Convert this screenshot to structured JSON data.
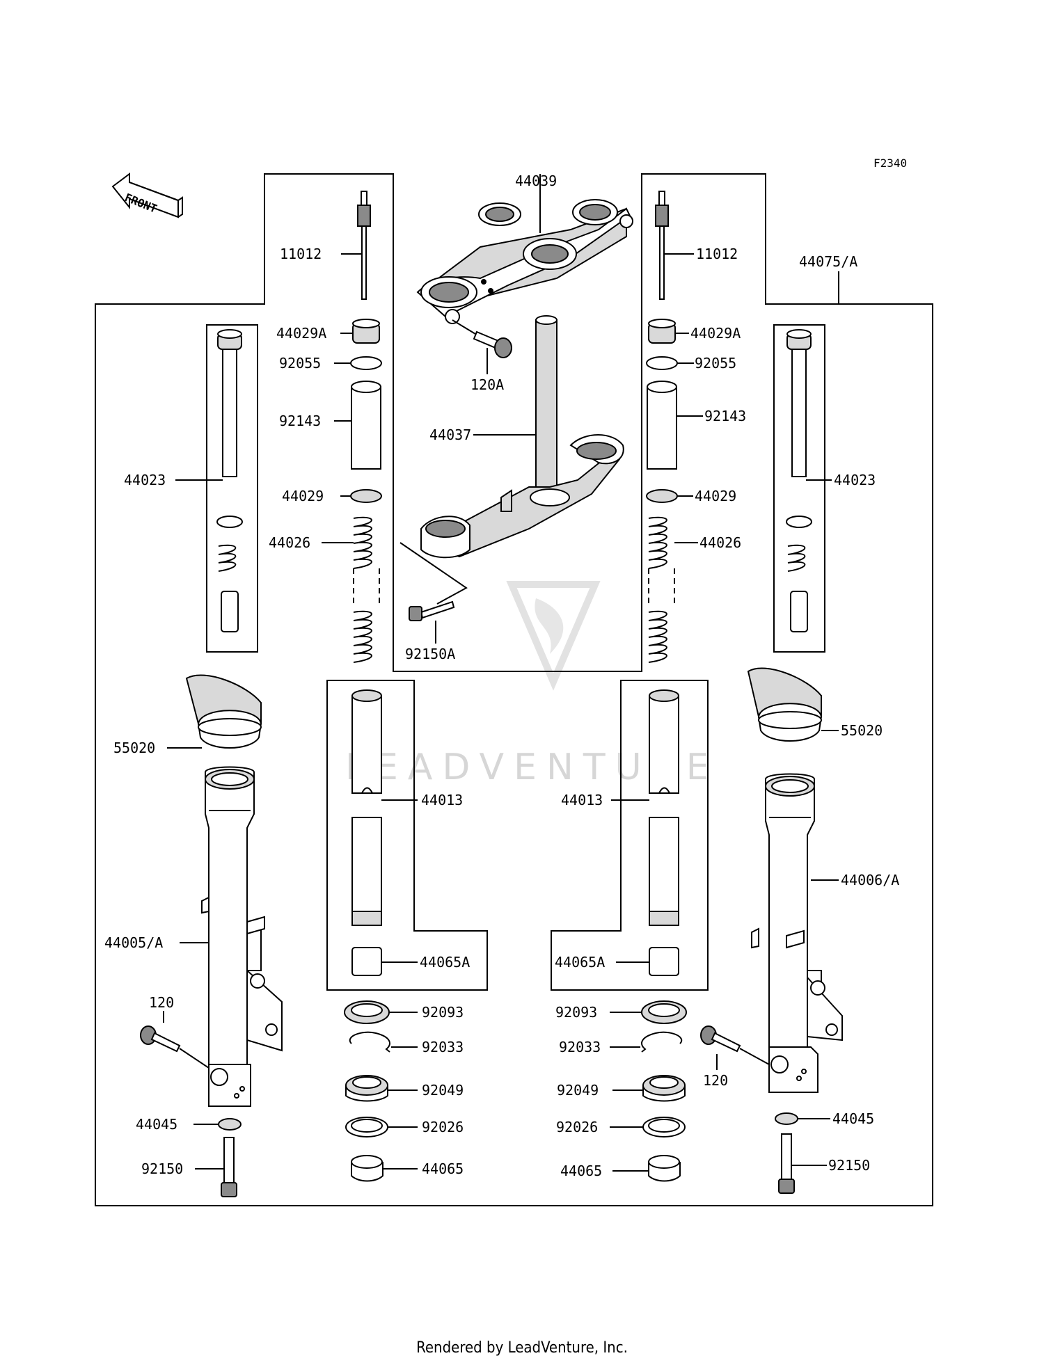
{
  "diagram_code": "F2340",
  "front_arrow_label": "FRONT",
  "watermark": "LEADVENTURE",
  "footer": "Rendered by LeadVenture, Inc.",
  "labels": {
    "p44039": "44039",
    "p11012_l": "11012",
    "p11012_r": "11012",
    "p44075A": "44075/A",
    "p44029A_l": "44029A",
    "p44029A_r": "44029A",
    "p120A": "120A",
    "p92055_l": "92055",
    "p92055_r": "92055",
    "p92143_l": "92143",
    "p92143_r": "92143",
    "p44037": "44037",
    "p44023_l": "44023",
    "p44023_r": "44023",
    "p44029_l": "44029",
    "p44029_r": "44029",
    "p44026_l": "44026",
    "p44026_r": "44026",
    "p92150A": "92150A",
    "p55020_l": "55020",
    "p55020_r": "55020",
    "p44013_l": "44013",
    "p44013_r": "44013",
    "p44006A": "44006/A",
    "p44005A": "44005/A",
    "p44065A_l": "44065A",
    "p44065A_r": "44065A",
    "p120_l": "120",
    "p120_r": "120",
    "p92093_l": "92093",
    "p92093_r": "92093",
    "p92033_l": "92033",
    "p92033_r": "92033",
    "p92049_l": "92049",
    "p92049_r": "92049",
    "p44045_l": "44045",
    "p44045_r": "44045",
    "p92026_l": "92026",
    "p92026_r": "92026",
    "p92150_l": "92150",
    "p92150_r": "92150",
    "p44065_l": "44065",
    "p44065_r": "44065"
  }
}
